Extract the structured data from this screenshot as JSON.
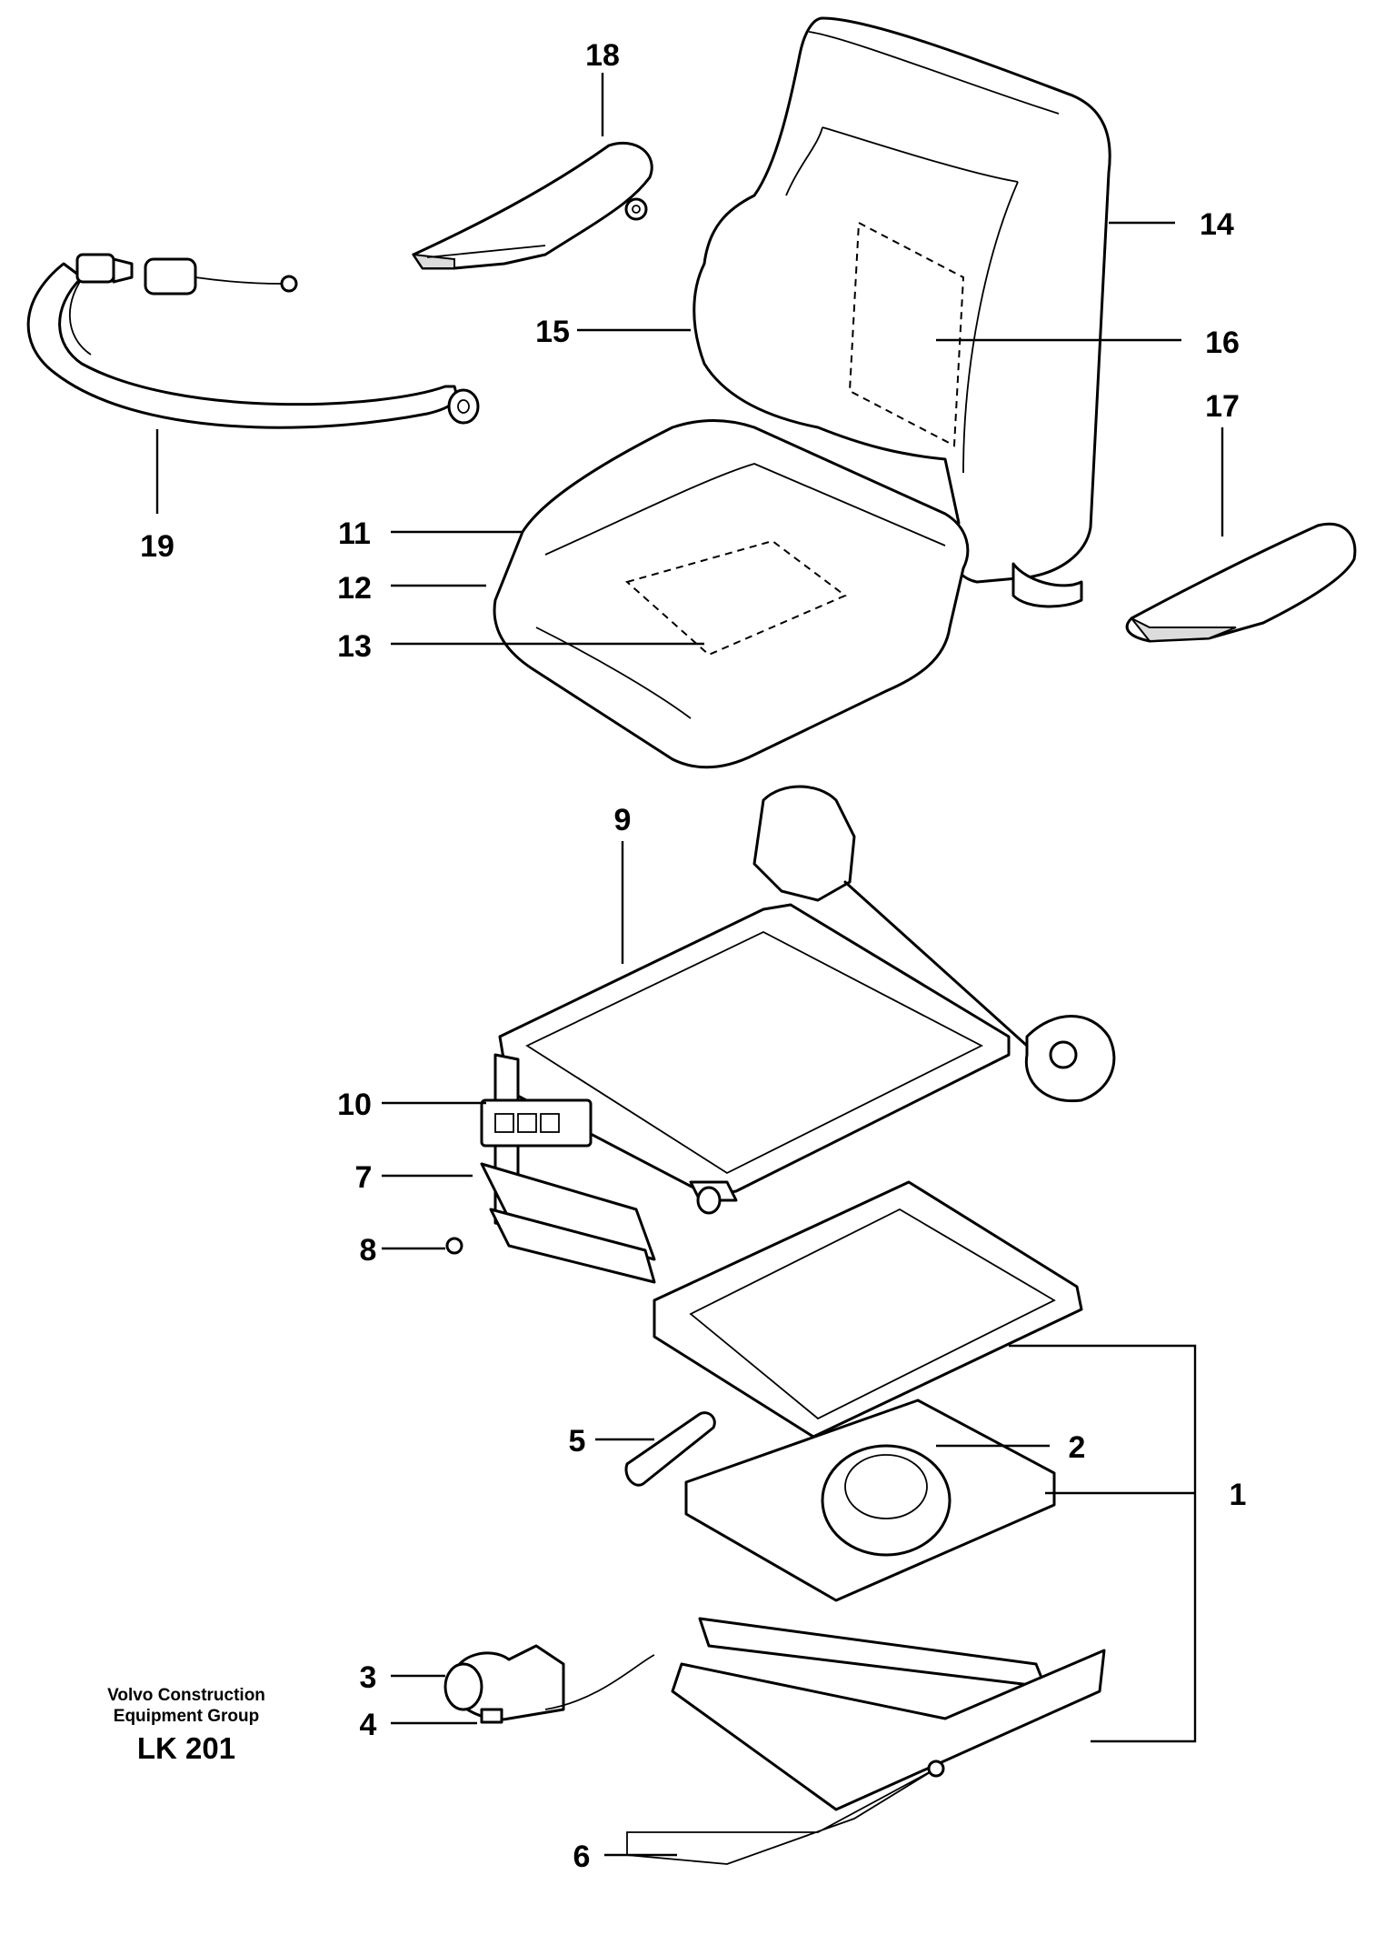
{
  "callouts": {
    "c1": "1",
    "c2": "2",
    "c3": "3",
    "c4": "4",
    "c5": "5",
    "c6": "6",
    "c7": "7",
    "c8": "8",
    "c9": "9",
    "c10": "10",
    "c11": "11",
    "c12": "12",
    "c13": "13",
    "c14": "14",
    "c15": "15",
    "c16": "16",
    "c17": "17",
    "c18": "18",
    "c19": "19"
  },
  "credit": {
    "org_line1": "Volvo Construction",
    "org_line2": "Equipment Group",
    "code": "LK 201"
  }
}
